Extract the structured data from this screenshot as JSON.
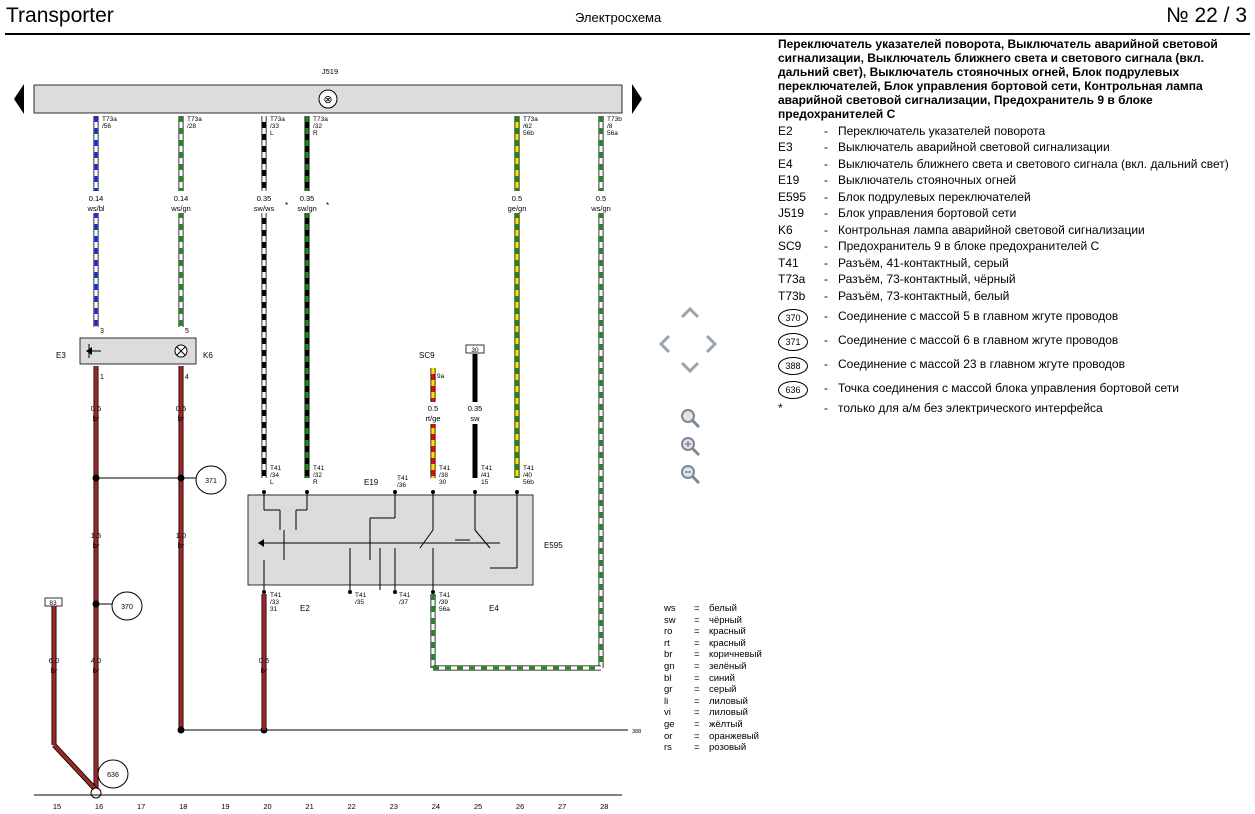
{
  "header": {
    "title": "Transporter",
    "center": "Электросхема",
    "page": "№  22 / 3"
  },
  "legend": {
    "title": "Переключатель указателей поворота, Выключатель аварийной световой сигнализации, Выключатель ближнего света и светового сигнала (вкл. дальний свет), Выключатель стояночных огней, Блок подрулевых переключателей, Блок управления бортовой сети, Контрольная лампа аварийной световой сигнализации, Предохранитель 9 в блоке предохранителей C",
    "items": [
      {
        "code": "E2",
        "desc": "Переключатель указателей поворота"
      },
      {
        "code": "E3",
        "desc": "Выключатель аварийной световой сигнализации"
      },
      {
        "code": "E4",
        "desc": "Выключатель ближнего света и светового сигнала (вкл. дальний свет)"
      },
      {
        "code": "E19",
        "desc": "Выключатель стояночных огней"
      },
      {
        "code": "E595",
        "desc": "Блок подрулевых переключателей"
      },
      {
        "code": "J519",
        "desc": "Блок управления бортовой сети"
      },
      {
        "code": "K6",
        "desc": "Контрольная лампа аварийной световой сигнализации"
      },
      {
        "code": "SC9",
        "desc": "Предохранитель 9 в блоке предохранителей C"
      },
      {
        "code": "T41",
        "desc": "Разъём, 41-контактный, серый"
      },
      {
        "code": "T73a",
        "desc": "Разъём, 73-контактный, чёрный"
      },
      {
        "code": "T73b",
        "desc": "Разъём, 73-контактный, белый"
      },
      {
        "code": "370",
        "desc": "Соединение с массой 5 в главном жгуте проводов",
        "circle": true
      },
      {
        "code": "371",
        "desc": "Соединение с массой 6 в главном жгуте проводов",
        "circle": true
      },
      {
        "code": "388",
        "desc": "Соединение с массой 23 в главном жгуте проводов",
        "circle": true
      },
      {
        "code": "636",
        "desc": "Точка соединения с массой блока управления бортовой сети",
        "circle": true
      },
      {
        "code": "*",
        "desc": "только для а/м без электрического интерфейса"
      }
    ]
  },
  "color_key": [
    {
      "code": "ws",
      "name": "белый"
    },
    {
      "code": "sw",
      "name": "чёрный"
    },
    {
      "code": "ro",
      "name": "красный"
    },
    {
      "code": "rt",
      "name": "красный"
    },
    {
      "code": "br",
      "name": "коричневый"
    },
    {
      "code": "gn",
      "name": "зелёный"
    },
    {
      "code": "bl",
      "name": "синий"
    },
    {
      "code": "gr",
      "name": "серый"
    },
    {
      "code": "li",
      "name": "лиловый"
    },
    {
      "code": "vi",
      "name": "лиловый"
    },
    {
      "code": "ge",
      "name": "жёлтый"
    },
    {
      "code": "or",
      "name": "оранжевый"
    },
    {
      "code": "rs",
      "name": "розовый"
    }
  ],
  "nav": {
    "up": "up-arrow",
    "down": "down-arrow",
    "left": "left-arrow",
    "right": "right-arrow",
    "zoom_fit": "zoom-icon",
    "zoom_in": "zoom-in-icon",
    "zoom_out": "zoom-out-icon"
  },
  "diagram": {
    "j519_label": "J519",
    "j519_symbol": "⊗",
    "component_labels": {
      "e3": "E3",
      "k6": "K6",
      "sc9": "SC9",
      "e19": "E19",
      "e595": "E595",
      "e2": "E2",
      "e4": "E4"
    },
    "wire_labels": [
      [
        "0.14",
        "ws/bl"
      ],
      [
        "0.14",
        "ws/gn"
      ],
      [
        "0.35",
        "sw/ws"
      ],
      [
        "0.35",
        "sw/gn"
      ],
      [
        "0.5",
        "ge/gn"
      ],
      [
        "0.5",
        "ws/gn"
      ],
      [
        "0.5",
        "br"
      ],
      [
        "0.5",
        "br"
      ],
      [
        "1.5",
        "br"
      ],
      [
        "1.0",
        "br"
      ],
      [
        "6.0",
        "br"
      ],
      [
        "4.0",
        "br"
      ],
      [
        "0.5",
        "rt/ge"
      ],
      [
        "0.35",
        "sw"
      ],
      [
        "0.5",
        "br"
      ]
    ],
    "asterisk": "*",
    "pin_labels": [
      [
        "T73a",
        "/56",
        ""
      ],
      [
        "T73a",
        "/28",
        ""
      ],
      [
        "T73a",
        "/33",
        "L"
      ],
      [
        "T73a",
        "/32",
        "R"
      ],
      [
        "T73a",
        "/62",
        "56b"
      ],
      [
        "T73b",
        "/8",
        "56a"
      ],
      [
        "T41",
        "/34",
        "L"
      ],
      [
        "T41",
        "/32",
        "R"
      ],
      [
        "T41",
        "/36",
        ""
      ],
      [
        "T41",
        "/38",
        "30"
      ],
      [
        "T41",
        "/41",
        "15"
      ],
      [
        "T41",
        "/40",
        "56b"
      ],
      [
        "T41",
        "/33",
        "31"
      ],
      [
        "T41",
        "/35",
        ""
      ],
      [
        "T41",
        "/37",
        ""
      ],
      [
        "T41",
        "/39",
        "56a"
      ]
    ],
    "pin_numbers": {
      "e3_top": "3",
      "e3_bot": "1",
      "k6_top": "5",
      "k6_bot": "4",
      "fuse": "9a"
    },
    "ground_points": [
      "371",
      "370",
      "636"
    ],
    "ground_388": "388",
    "boxes": {
      "b83": "83",
      "b30": "30"
    },
    "columns": [
      "15",
      "16",
      "17",
      "18",
      "19",
      "20",
      "21",
      "22",
      "23",
      "24",
      "25",
      "26",
      "27",
      "28"
    ],
    "wire_colors": {
      "ws": "#ffffff",
      "bl": "#1b2bd6",
      "gn": "#1f8a1f",
      "sw": "#000000",
      "ge": "#f2e600",
      "br": "#a0262a",
      "rt": "#e01010"
    }
  }
}
